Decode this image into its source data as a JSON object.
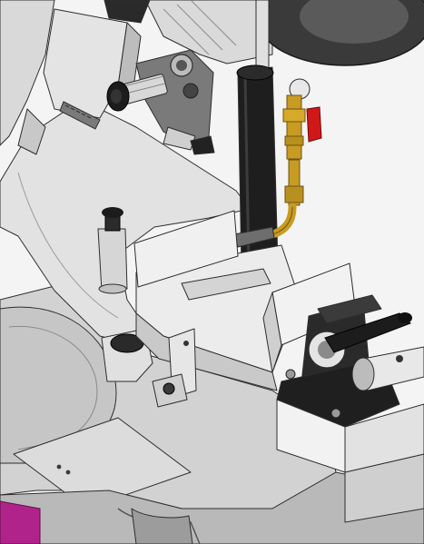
{
  "image": {
    "subject": "band-saw-vise-assembly",
    "style": "grayscale CAD render",
    "visible_text": []
  },
  "palette": {
    "background": "#f4f4f4",
    "light_metal": "#e6e6e6",
    "mid_metal": "#bdbdbd",
    "dark_metal": "#6c6c6c",
    "black_part": "#1c1c1c",
    "brass": "#c89b22",
    "red_valve": "#d01818",
    "magenta_stripe": "#b0238a"
  },
  "components": [
    "saw-arm-frame",
    "blade-guide-knob",
    "coolant-valve",
    "coolant-hose",
    "bow-stop-post",
    "vise-jaw",
    "vise-clamp-handle",
    "clamp-lead-screw",
    "machine-base-plate",
    "stand-magenta-stripe"
  ]
}
